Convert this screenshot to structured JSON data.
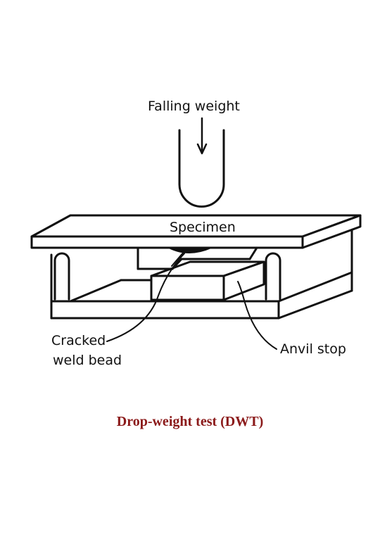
{
  "diagram": {
    "labels": {
      "falling_weight": "Falling weight",
      "specimen": "Specimen",
      "cracked_weld_bead_line1": "Cracked",
      "cracked_weld_bead_line2": "weld bead",
      "anvil_stop": "Anvil stop"
    }
  },
  "caption": "Drop-weight test (DWT)",
  "colors": {
    "line": "#111111",
    "caption": "#8b1a1a",
    "background": "#ffffff"
  }
}
